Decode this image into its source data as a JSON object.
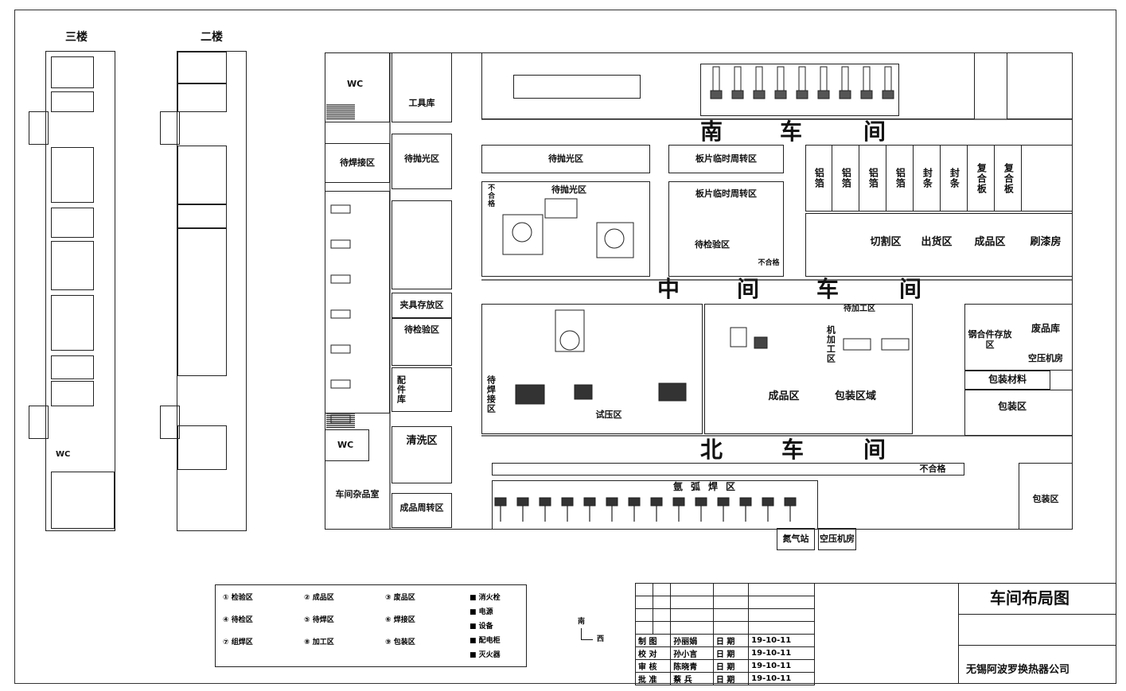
{
  "floors": {
    "third": "三楼",
    "second": "二楼",
    "wc": "WC"
  },
  "workshops": {
    "south": [
      "南",
      "车",
      "间"
    ],
    "middle": [
      "中",
      "间",
      "车",
      "间"
    ],
    "north": [
      "北",
      "车",
      "间"
    ]
  },
  "zones": {
    "tool_storage": "工具库",
    "wc": "WC",
    "burnish_zone": "待抛光区",
    "pre_weld": "待焊接区",
    "plate_temp_1": "板片临时周转区",
    "plate_temp_2": "板片临时周转区",
    "pending_zone": "待检验区",
    "unqualified": "不合格",
    "fixture": "夹具存放区",
    "pre_test": "待检验区",
    "spare_parts": "配件库",
    "test_pressure": "试压区",
    "wash_zone": "清洗区",
    "weld_zone": "待焊接区",
    "machining": [
      "机",
      "加",
      "工",
      "区"
    ],
    "finished_1": "成品区",
    "packing_zone_1": "包装区域",
    "semi_zone": "待加工区",
    "cut_zone": "切割区",
    "finished_2": "成品区",
    "shipping": "出货区",
    "paint_room": "刷漆房",
    "waste": "废品库",
    "alloy_store": "钢合件存放区",
    "packing_material": "包装材料",
    "packing_zone_2": "包装区",
    "pressure_machine": "空压机房",
    "gas_station": "氮气站",
    "packing_area_2": "包装区",
    "argon_weld": "氩弧焊区",
    "unqualified_2": "不合格",
    "workshop_misc": "车间杂品室",
    "product_temp": "成品周转区"
  },
  "racks": [
    "铝",
    "铝",
    "铝",
    "铝",
    "封",
    "封",
    "复",
    "复"
  ],
  "racks2": [
    "箔",
    "箔",
    "箔",
    "箔",
    "条",
    "条",
    "合",
    "合"
  ],
  "racks3": [
    "",
    "",
    "",
    "",
    "",
    "",
    "板",
    "板"
  ],
  "legend": {
    "items": [
      {
        "num": "①",
        "text": "检验区"
      },
      {
        "num": "②",
        "text": "成品区"
      },
      {
        "num": "③",
        "text": "废品区"
      },
      {
        "num": "④",
        "text": "待检区"
      },
      {
        "num": "⑤",
        "text": "待焊区"
      },
      {
        "num": "⑥",
        "text": "焊接区"
      },
      {
        "num": "⑦",
        "text": "组焊区"
      },
      {
        "num": "⑧",
        "text": "加工区"
      },
      {
        "num": "⑨",
        "text": "包装区"
      }
    ],
    "keys": [
      "消火栓",
      "电源",
      "设备",
      "配电柜",
      "灭火器"
    ]
  },
  "compass": {
    "n": "南",
    "w": "西"
  },
  "title_block": {
    "title": "车间布局图",
    "company": "无锡阿波罗换热器公司",
    "rows": [
      {
        "role": "制 图",
        "name": "孙丽娟",
        "date_label": "日 期",
        "date": "19-10-11"
      },
      {
        "role": "校 对",
        "name": "孙小言",
        "date_label": "日 期",
        "date": "19-10-11"
      },
      {
        "role": "审 核",
        "name": "陈晓青",
        "date_label": "日 期",
        "date": "19-10-11"
      },
      {
        "role": "批 准",
        "name": "蔡 兵",
        "date_label": "日 期",
        "date": "19-10-11"
      }
    ]
  }
}
